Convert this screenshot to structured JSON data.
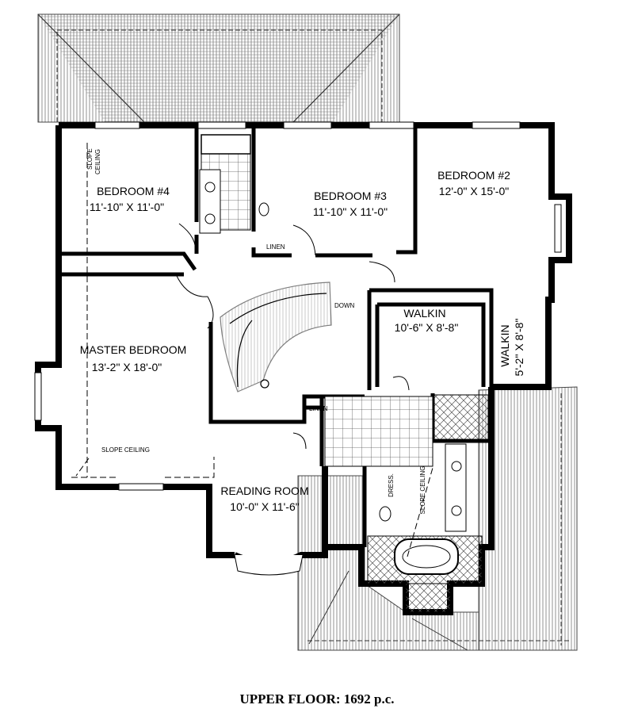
{
  "rooms": {
    "bedroom4": {
      "name": "BEDROOM #4",
      "dims": "11'-10\" X 11'-0\""
    },
    "bedroom3": {
      "name": "BEDROOM #3",
      "dims": "11'-10\" X 11'-0\""
    },
    "bedroom2": {
      "name": "BEDROOM #2",
      "dims": "12'-0\" X 15'-0\""
    },
    "master": {
      "name": "MASTER BEDROOM",
      "dims": "13'-2\" X 18'-0\""
    },
    "walkin1": {
      "name": "WALKIN",
      "dims": "10'-6\" X 8'-8\""
    },
    "walkin2": {
      "name": "WALKIN",
      "dims": "5'-2\" X 8'-8\""
    },
    "reading": {
      "name": "READING ROOM",
      "dims": "10'-0\" X 11'-6\""
    }
  },
  "notes": {
    "linen_top": "LINEN",
    "linen_mid": "LINEN",
    "down": "DOWN",
    "slope_ceiling": "SLOPE CEILING",
    "slope_ceiling_bath": "SLOPE CEILING",
    "slope_b4_line1": "SLOPE",
    "slope_b4_line2": "CEILING",
    "dress": "DRESS."
  },
  "caption": "UPPER FLOOR: 1692 p.c."
}
